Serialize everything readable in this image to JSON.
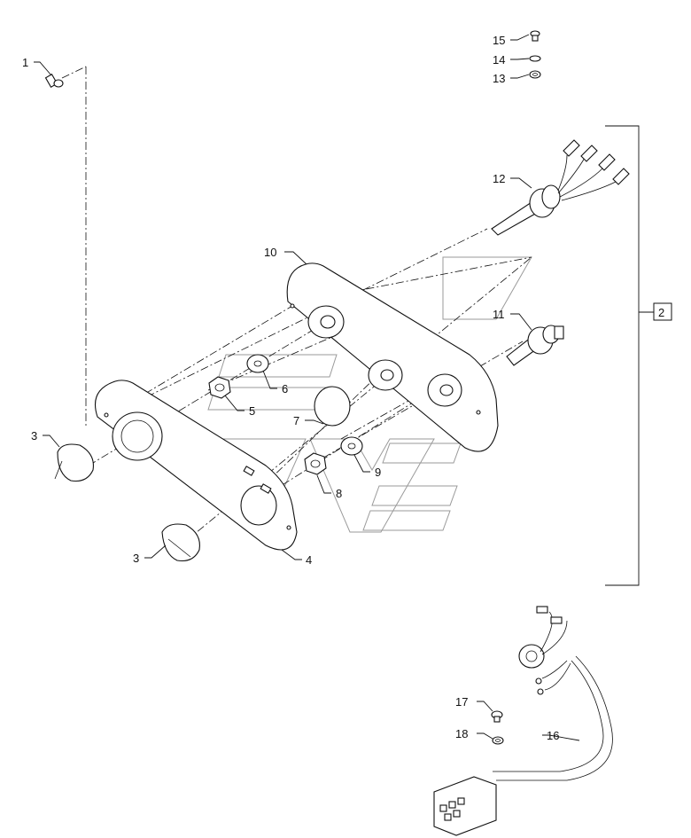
{
  "diagram": {
    "callouts": {
      "c1": "1",
      "c2": "2",
      "c3a": "3",
      "c3b": "3",
      "c4": "4",
      "c5": "5",
      "c6": "6",
      "c7": "7",
      "c8": "8",
      "c9": "9",
      "c10": "10",
      "c11": "11",
      "c12": "12",
      "c13": "13",
      "c14": "14",
      "c15": "15",
      "c16": "16",
      "c17": "17",
      "c18": "18"
    },
    "colors": {
      "line": "#111111",
      "watermark": "#9a9a9a",
      "background": "#ffffff"
    }
  }
}
